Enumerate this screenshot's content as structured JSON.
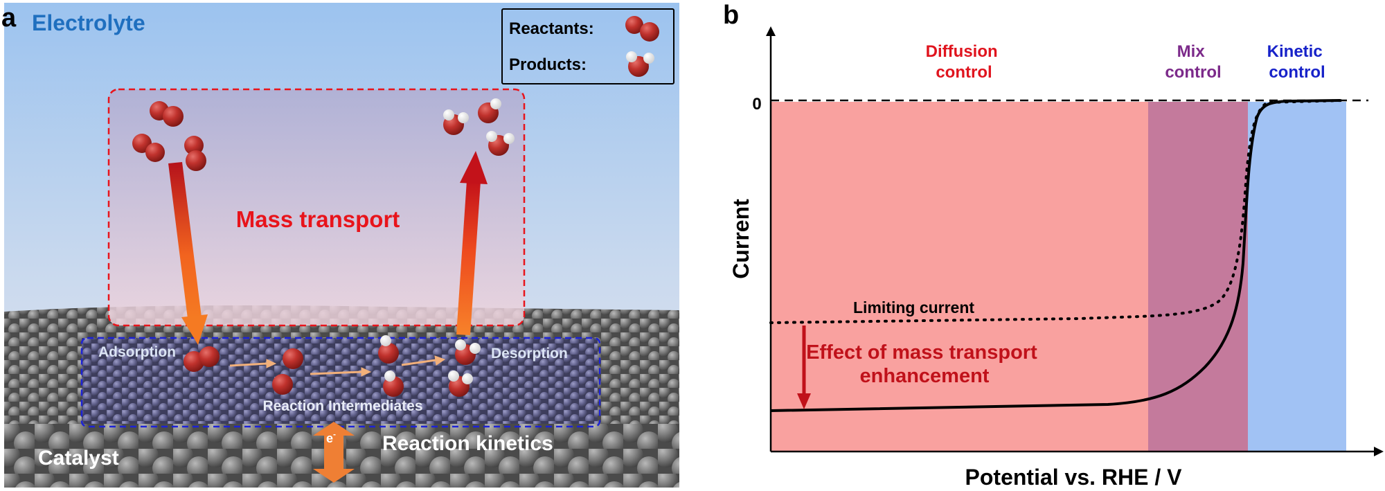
{
  "panel_a": {
    "label": "a",
    "electrolyte_label": "Electrolyte",
    "legend": {
      "reactants_label": "Reactants:",
      "products_label": "Products:"
    },
    "mass_transport_label": "Mass transport",
    "adsorption_label": "Adsorption",
    "desorption_label": "Desorption",
    "intermediates_label": "Reaction Intermediates",
    "electron_label": "e",
    "electron_sup": "-",
    "kinetics_label": "Reaction kinetics",
    "catalyst_label": "Catalyst",
    "colors": {
      "electrolyte": "#1f6fbf",
      "mass_transport": "#e8141b",
      "reaction_box": "#1d22d6"
    }
  },
  "panel_b": {
    "label": "b",
    "regions": {
      "diffusion_line1": "Diffusion",
      "diffusion_line2": "control",
      "mix_line1": "Mix",
      "mix_line2": "control",
      "kinetic_line1": "Kinetic",
      "kinetic_line2": "control"
    },
    "zero_label": "0",
    "limiting_current_label": "Limiting current",
    "effect_line1": "Effect of mass transport",
    "effect_line2": "enhancement",
    "ylabel": "Current",
    "xlabel": "Potential vs. RHE / V",
    "colors": {
      "diffusion": "#f9a19f",
      "mix": "#c47a9c",
      "kinetic": "#a1c2f4",
      "diffusion_text": "#e0141e",
      "mix_text": "#7c2a8a",
      "kinetic_text": "#1722c9",
      "effect_text": "#c0111a"
    }
  }
}
